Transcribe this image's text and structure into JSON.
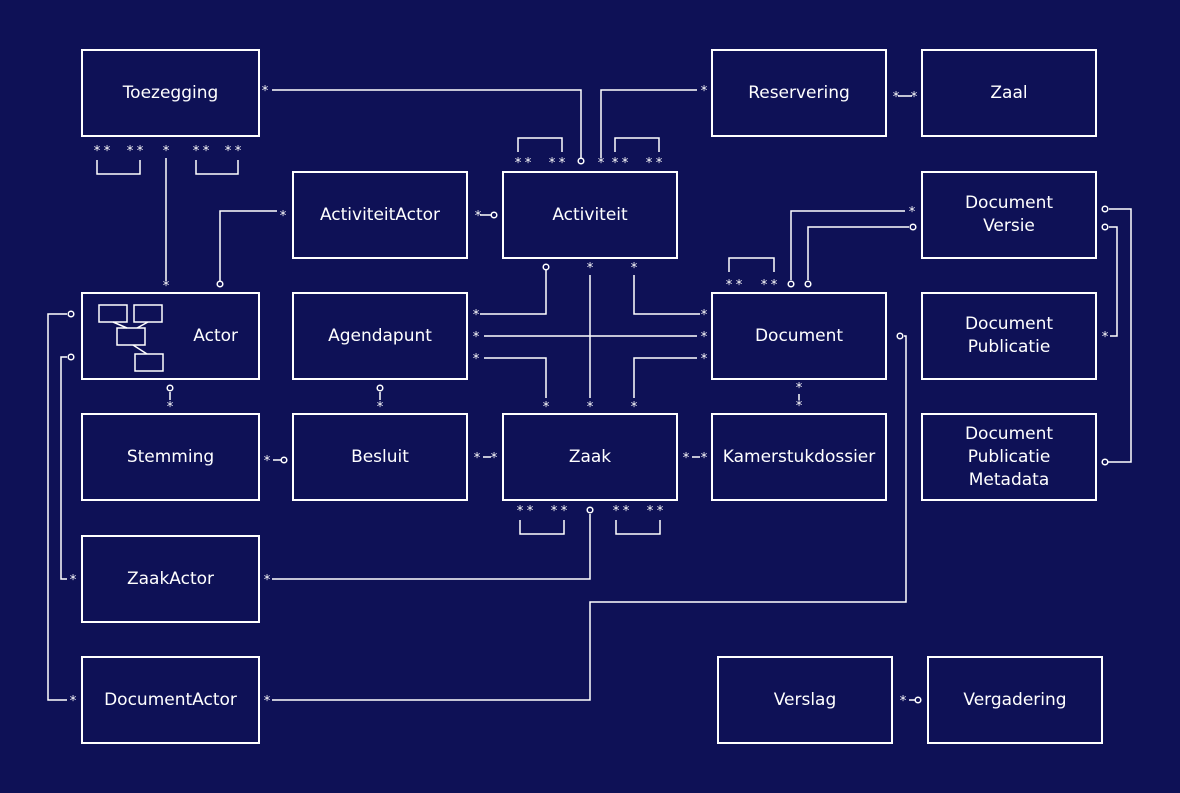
{
  "diagram": {
    "colors": {
      "background": "#0e1156",
      "stroke": "#ffffff"
    },
    "entities": {
      "toezegging": "Toezegging",
      "reservering": "Reservering",
      "zaal": "Zaal",
      "activiteitactor": "ActiviteitActor",
      "activiteit": "Activiteit",
      "document_versie": "Document\nVersie",
      "actor": "Actor",
      "agendapunt": "Agendapunt",
      "document": "Document",
      "document_publicatie": "Document\nPublicatie",
      "stemming": "Stemming",
      "besluit": "Besluit",
      "zaak": "Zaak",
      "kamerstukdossier": "Kamerstukdossier",
      "document_publicatie_metadata": "Document\nPublicatie\nMetadata",
      "zaakactor": "ZaakActor",
      "documentactor": "DocumentActor",
      "verslag": "Verslag",
      "vergadering": "Vergadering"
    },
    "cardinality": {
      "many": "*",
      "one": "o"
    },
    "actor_icon": "org-chart-icon"
  }
}
